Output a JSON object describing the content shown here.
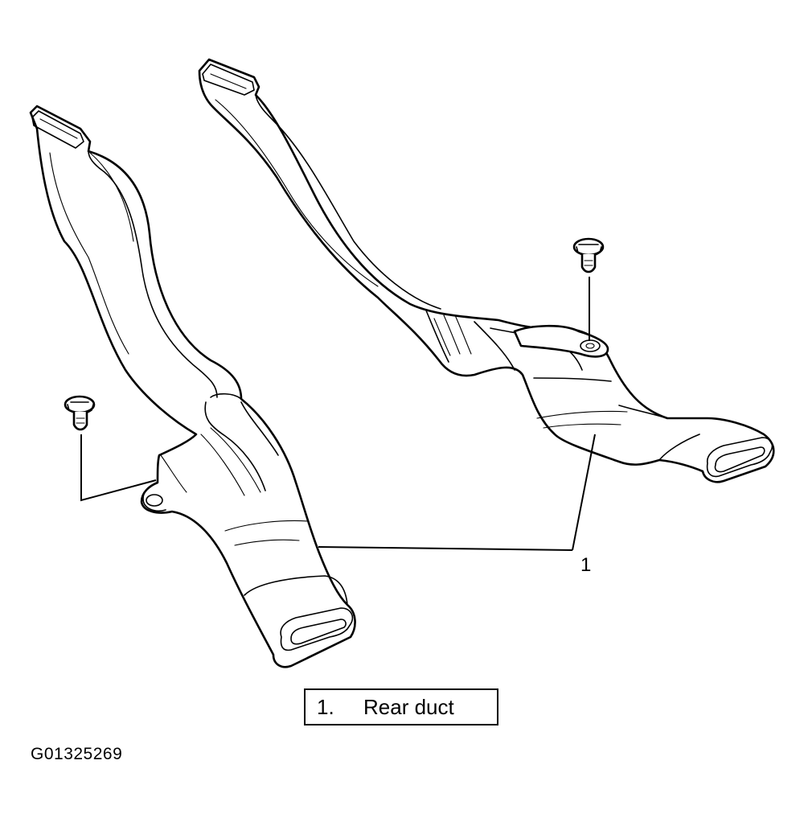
{
  "diagram": {
    "callout_number": "1",
    "legend": {
      "number": "1.",
      "label": "Rear duct"
    },
    "figure_id": "G01325269"
  },
  "parts": [
    {
      "name": "left-rear-duct",
      "callout": "1"
    },
    {
      "name": "right-rear-duct",
      "callout": "1"
    },
    {
      "name": "left-clip"
    },
    {
      "name": "right-clip"
    }
  ]
}
